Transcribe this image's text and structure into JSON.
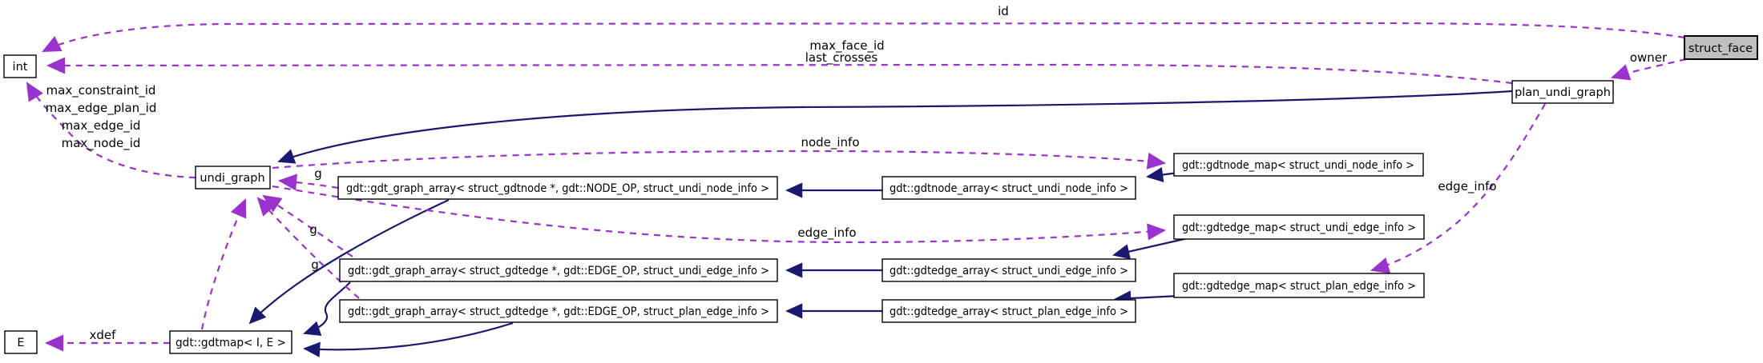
{
  "diagram": {
    "kind": "collaboration-graph",
    "colors": {
      "inheritance": "#191970",
      "usage": "#9a32cd",
      "node_border": "#000000",
      "node_fill": "#ffffff",
      "selected_fill": "#bfbfbf",
      "background": "#ffffff"
    },
    "nodes": {
      "int": {
        "label": "int"
      },
      "undi_graph": {
        "label": "undi_graph"
      },
      "plan_undi_graph": {
        "label": "plan_undi_graph"
      },
      "struct_face": {
        "label": "struct_face"
      },
      "graph_array_node": {
        "label": "gdt::gdt_graph_array< struct_gdtnode *, gdt::NODE_OP, struct_undi_node_info >"
      },
      "gdtnode_array": {
        "label": "gdt::gdtnode_array< struct_undi_node_info >"
      },
      "gdtnode_map": {
        "label": "gdt::gdtnode_map< struct_undi_node_info >"
      },
      "gdtedge_map_undi": {
        "label": "gdt::gdtedge_map< struct_undi_edge_info >"
      },
      "graph_array_edge_undi": {
        "label": "gdt::gdt_graph_array< struct_gdtedge *, gdt::EDGE_OP, struct_undi_edge_info >"
      },
      "gdtedge_array_undi": {
        "label": "gdt::gdtedge_array< struct_undi_edge_info >"
      },
      "gdtedge_map_plan": {
        "label": "gdt::gdtedge_map< struct_plan_edge_info >"
      },
      "graph_array_edge_plan": {
        "label": "gdt::gdt_graph_array< struct_gdtedge *, gdt::EDGE_OP, struct_plan_edge_info >"
      },
      "gdtedge_array_plan": {
        "label": "gdt::gdtedge_array< struct_plan_edge_info >"
      },
      "gdtmap": {
        "label": "gdt::gdtmap< I, E >"
      },
      "E": {
        "label": "E"
      }
    },
    "edge_labels": {
      "id": "id",
      "owner": "owner",
      "max_face_id": "max_face_id",
      "last_crosses": "last_crosses",
      "max_constraint_id": "max_constraint_id",
      "max_edge_plan_id": "max_edge_plan_id",
      "max_edge_id": "max_edge_id",
      "max_node_id": "max_node_id",
      "g": "g",
      "node_info": "node_info",
      "edge_info": "edge_info",
      "xdef": "xdef"
    }
  }
}
